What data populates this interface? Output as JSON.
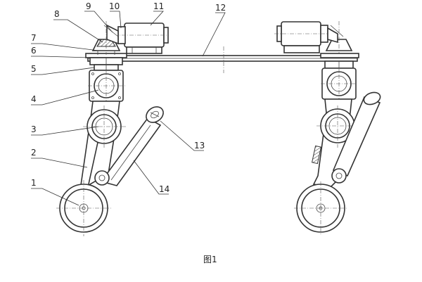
{
  "caption": "图1",
  "labels": {
    "l1": "1",
    "l2": "2",
    "l3": "3",
    "l4": "4",
    "l5": "5",
    "l6": "6",
    "l7": "7",
    "l8": "8",
    "l9": "9",
    "l10": "10",
    "l11": "11",
    "l12": "12",
    "l13": "13",
    "l14": "14"
  }
}
